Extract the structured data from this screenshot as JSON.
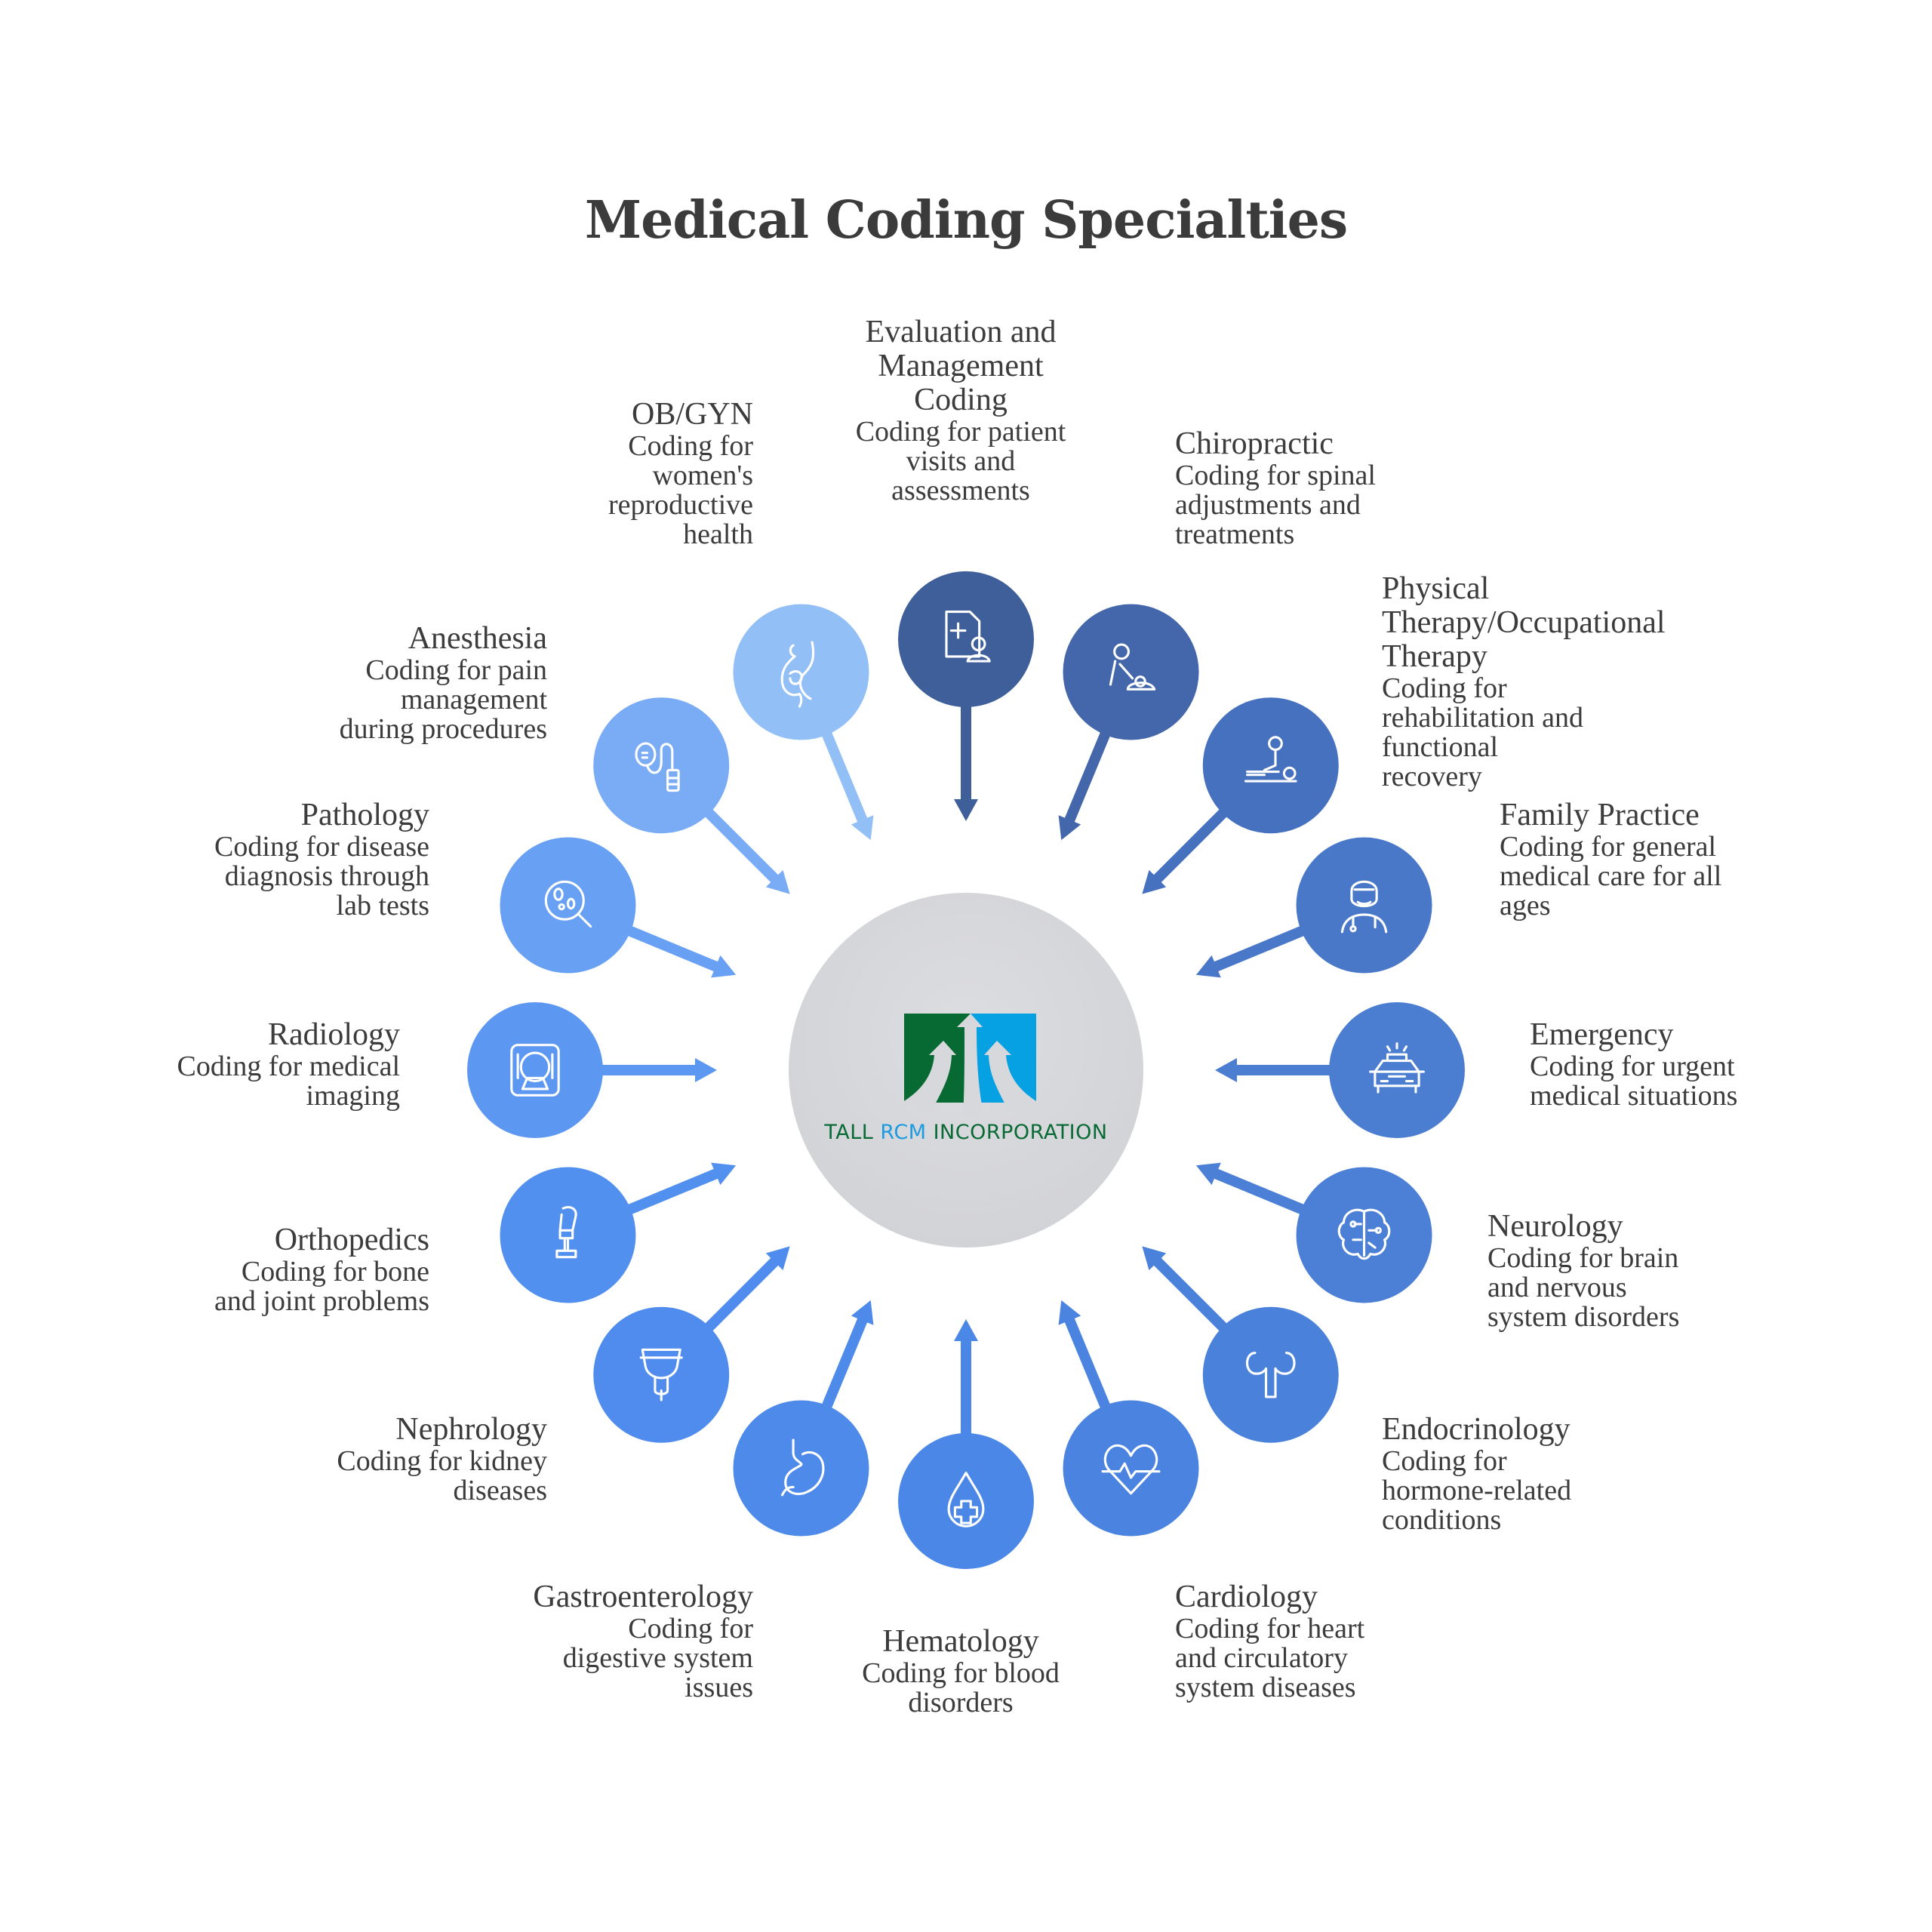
{
  "title": "Medical Coding Specialties",
  "hub": {
    "company_part1": "TALL",
    "company_part2": "RCM",
    "company_part3": "INCORPORATION",
    "logo_colors": {
      "green": "#066a32",
      "blue": "#06a1e3"
    }
  },
  "specialties": [
    {
      "name": "Evaluation and Management Coding",
      "name_lines": [
        "Evaluation and",
        "Management",
        "Coding"
      ],
      "desc_lines": [
        "Coding for patient",
        "visits and",
        "assessments"
      ],
      "icon": "clipboard-doctor-icon",
      "color": "#3f5f9b"
    },
    {
      "name": "Chiropractic",
      "name_lines": [
        "Chiropractic"
      ],
      "desc_lines": [
        "Coding for spinal",
        "adjustments and",
        "treatments"
      ],
      "icon": "chiropractor-patient-icon",
      "color": "#4466aa"
    },
    {
      "name": "Physical Therapy/Occupational Therapy",
      "name_lines": [
        "Physical",
        "Therapy/Occupational",
        "Therapy"
      ],
      "desc_lines": [
        "Coding for",
        "rehabilitation and",
        "functional",
        "recovery"
      ],
      "icon": "therapy-massage-icon",
      "color": "#4671bf"
    },
    {
      "name": "Family Practice",
      "name_lines": [
        "Family Practice"
      ],
      "desc_lines": [
        "Coding for general",
        "medical care for all",
        "ages"
      ],
      "icon": "doctor-icon",
      "color": "#4a78c9"
    },
    {
      "name": "Emergency",
      "name_lines": [
        "Emergency"
      ],
      "desc_lines": [
        "Coding for urgent",
        "medical situations"
      ],
      "icon": "ambulance-icon",
      "color": "#4b7dd1"
    },
    {
      "name": "Neurology",
      "name_lines": [
        "Neurology"
      ],
      "desc_lines": [
        "Coding for brain",
        "and nervous",
        "system disorders"
      ],
      "icon": "brain-icon",
      "color": "#4c80d6"
    },
    {
      "name": "Endocrinology",
      "name_lines": [
        "Endocrinology"
      ],
      "desc_lines": [
        "Coding for",
        "hormone-related",
        "conditions"
      ],
      "icon": "thyroid-icon",
      "color": "#4a82db"
    },
    {
      "name": "Cardiology",
      "name_lines": [
        "Cardiology"
      ],
      "desc_lines": [
        "Coding for heart",
        "and circulatory",
        "system diseases"
      ],
      "icon": "heart-pulse-icon",
      "color": "#4a84e0"
    },
    {
      "name": "Hematology",
      "name_lines": [
        "Hematology"
      ],
      "desc_lines": [
        "Coding for blood",
        "disorders"
      ],
      "icon": "blood-drop-icon",
      "color": "#4a87e6"
    },
    {
      "name": "Gastroenterology",
      "name_lines": [
        "Gastroenterology"
      ],
      "desc_lines": [
        "Coding for",
        "digestive system",
        "issues"
      ],
      "icon": "stomach-icon",
      "color": "#4d8aea"
    },
    {
      "name": "Nephrology",
      "name_lines": [
        "Nephrology"
      ],
      "desc_lines": [
        "Coding for kidney",
        "diseases"
      ],
      "icon": "kidney-icon",
      "color": "#4f8cee"
    },
    {
      "name": "Orthopedics",
      "name_lines": [
        "Orthopedics"
      ],
      "desc_lines": [
        "Coding for bone",
        "and joint problems"
      ],
      "icon": "leg-prosthesis-icon",
      "color": "#5290f0"
    },
    {
      "name": "Radiology",
      "name_lines": [
        "Radiology"
      ],
      "desc_lines": [
        "Coding for medical",
        "imaging"
      ],
      "icon": "mri-scanner-icon",
      "color": "#5c97f1"
    },
    {
      "name": "Pathology",
      "name_lines": [
        "Pathology"
      ],
      "desc_lines": [
        "Coding for disease",
        "diagnosis through",
        "lab tests"
      ],
      "icon": "microscope-cells-icon",
      "color": "#68a0f3"
    },
    {
      "name": "Anesthesia",
      "name_lines": [
        "Anesthesia"
      ],
      "desc_lines": [
        "Coding for pain",
        "management",
        "during procedures"
      ],
      "icon": "anesthesia-mask-icon",
      "color": "#7aacf6"
    },
    {
      "name": "OB/GYN",
      "name_lines": [
        "OB/GYN"
      ],
      "desc_lines": [
        "Coding for",
        "women's",
        "reproductive",
        "health"
      ],
      "icon": "pregnancy-icon",
      "color": "#93bff7"
    }
  ]
}
